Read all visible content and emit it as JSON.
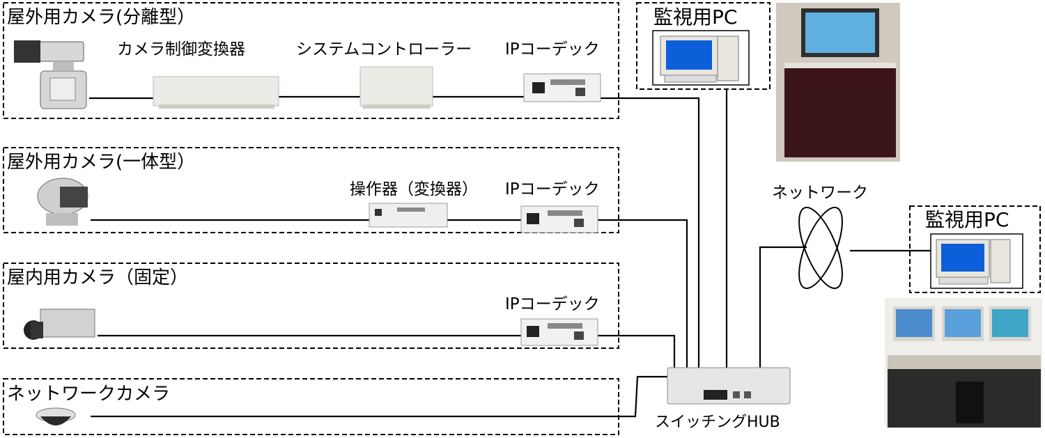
{
  "groups": {
    "separate": {
      "title": "屋外用カメラ(分離型）"
    },
    "integrated": {
      "title": "屋外用カメラ(一体型）"
    },
    "indoor": {
      "title": "屋内用カメラ（固定）"
    },
    "network": {
      "title": "ネットワークカメラ"
    }
  },
  "devices": {
    "camera_control_converter": "カメラ制御変換器",
    "system_controller": "システムコントローラー",
    "ip_codec": "IPコーデック",
    "operator_converter": "操作器（変換器）"
  },
  "monitor_pc": "監視用PC",
  "network_label": "ネットワーク",
  "hub_label": "スイッチングHUB"
}
